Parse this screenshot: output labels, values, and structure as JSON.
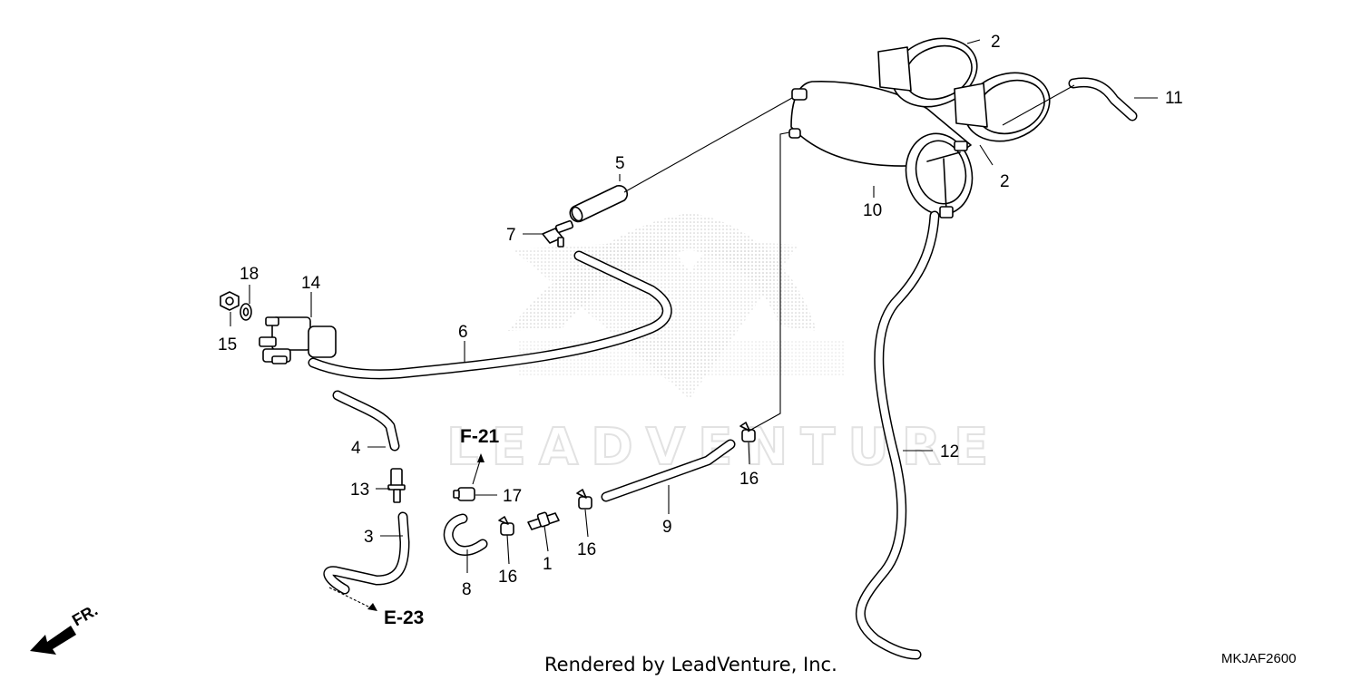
{
  "watermark": {
    "text": "LEADVENTURE"
  },
  "callouts": {
    "c1": "1",
    "c2a": "2",
    "c2b": "2",
    "c3": "3",
    "c4": "4",
    "c5": "5",
    "c6": "6",
    "c7": "7",
    "c8": "8",
    "c9": "9",
    "c10": "10",
    "c11": "11",
    "c12": "12",
    "c13": "13",
    "c14": "14",
    "c15": "15",
    "c16a": "16",
    "c16b": "16",
    "c16c": "16",
    "c17": "17",
    "c18": "18"
  },
  "references": {
    "f21": "F-21",
    "e23": "E-23"
  },
  "direction": {
    "label": "FR."
  },
  "footer": {
    "credit": "Rendered by LeadVenture, Inc.",
    "code": "MKJAF2600"
  }
}
